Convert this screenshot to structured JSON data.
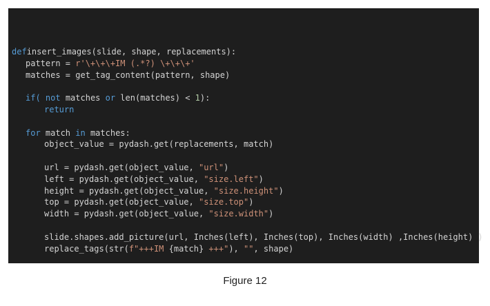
{
  "code": {
    "lines": [
      {
        "indent": 0,
        "tokens": [
          [
            "kw",
            "def"
          ],
          [
            "",
            "insert_images(slide, shape, replacements):"
          ]
        ]
      },
      {
        "indent": 1,
        "tokens": [
          [
            "",
            "pattern = "
          ],
          [
            "str",
            "r'\\+\\+\\+IM (.*?) \\+\\+\\+'"
          ]
        ]
      },
      {
        "indent": 1,
        "tokens": [
          [
            "",
            "matches = get_tag_content(pattern, shape)"
          ]
        ]
      },
      {
        "indent": 0,
        "tokens": []
      },
      {
        "indent": 1,
        "tokens": [
          [
            "kw",
            "if("
          ],
          [
            "",
            ""
          ],
          [
            "kw",
            " not"
          ],
          [
            "",
            " matches "
          ],
          [
            "kw",
            "or"
          ],
          [
            "",
            " len(matches) < "
          ],
          [
            "num",
            "1"
          ],
          [
            "",
            "):"
          ]
        ]
      },
      {
        "indent": 2,
        "tokens": [
          [
            "kw",
            "return"
          ]
        ]
      },
      {
        "indent": 0,
        "tokens": []
      },
      {
        "indent": 1,
        "tokens": [
          [
            "kw",
            "for"
          ],
          [
            "",
            " match "
          ],
          [
            "kw",
            "in"
          ],
          [
            "",
            " matches:"
          ]
        ]
      },
      {
        "indent": 2,
        "tokens": [
          [
            "",
            "object_value = pydash.get(replacements, match)"
          ]
        ]
      },
      {
        "indent": 0,
        "tokens": []
      },
      {
        "indent": 2,
        "tokens": [
          [
            "",
            "url = pydash.get(object_value, "
          ],
          [
            "str",
            "\"url\""
          ],
          [
            "",
            ")"
          ]
        ]
      },
      {
        "indent": 2,
        "tokens": [
          [
            "",
            "left = pydash.get(object_value, "
          ],
          [
            "str",
            "\"size.left\""
          ],
          [
            "",
            ")"
          ]
        ]
      },
      {
        "indent": 2,
        "tokens": [
          [
            "",
            "height = pydash.get(object_value, "
          ],
          [
            "str",
            "\"size.height\""
          ],
          [
            "",
            ")"
          ]
        ]
      },
      {
        "indent": 2,
        "tokens": [
          [
            "",
            "top = pydash.get(object_value, "
          ],
          [
            "str",
            "\"size.top\""
          ],
          [
            "",
            ")"
          ]
        ]
      },
      {
        "indent": 2,
        "tokens": [
          [
            "",
            "width = pydash.get(object_value, "
          ],
          [
            "str",
            "\"size.width\""
          ],
          [
            "",
            ")"
          ]
        ]
      },
      {
        "indent": 0,
        "tokens": []
      },
      {
        "indent": 2,
        "tokens": [
          [
            "",
            "slide.shapes.add_picture(url, Inches(left), Inches(top), Inches(width) ,Inches(height) )"
          ]
        ]
      },
      {
        "indent": 2,
        "tokens": [
          [
            "",
            "replace_tags(str("
          ],
          [
            "str",
            "f\"+++IM "
          ],
          [
            "",
            "{match}"
          ],
          [
            "str",
            " +++\""
          ],
          [
            "",
            "), "
          ],
          [
            "str",
            "\"\""
          ],
          [
            "",
            ", shape)"
          ]
        ]
      }
    ]
  },
  "caption": "Figure 12",
  "colors": {
    "background": "#1e1e1e",
    "keyword": "#569cd6",
    "string": "#ce9178",
    "number": "#b5cea8",
    "text": "#d4d4d4"
  }
}
